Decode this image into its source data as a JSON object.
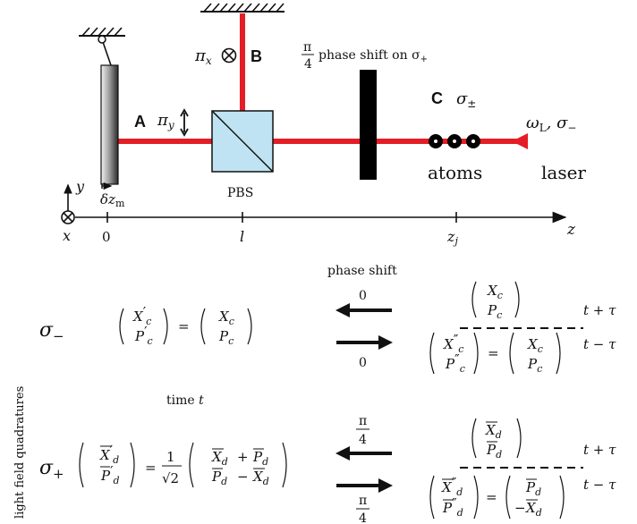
{
  "setup": {
    "label_A": "A",
    "label_B": "B",
    "label_C": "C",
    "pi_x": "π",
    "pi_x_sub": "x",
    "pi_y": "π",
    "pi_y_sub": "y",
    "pbs_label": "PBS",
    "plate_num": "π",
    "plate_den": "4",
    "plate_text": "phase shift on σ",
    "plate_text_sub": "+",
    "sigma_pm": "σ",
    "sigma_pm_sub": "±",
    "atoms_label": "atoms",
    "laser_label": "laser",
    "omega": "ω",
    "omega_sub": "L",
    "sigma_minus_laser": ", σ",
    "sigma_minus_sub": "−",
    "delta_z": "δz",
    "delta_z_sub": "m",
    "axis_y": "y",
    "axis_x": "x",
    "axis_z": "z",
    "tick_0": "0",
    "tick_l": "l",
    "tick_zj": "z",
    "tick_zj_sub": "j"
  },
  "bottom": {
    "phase_shift_title": "phase shift",
    "time_label": "time",
    "time_var": "t",
    "vertical_label": "light field quadratures",
    "sigma_minus": "σ",
    "sigma_minus_sub": "−",
    "sigma_plus": "σ",
    "sigma_plus_sub": "+",
    "zero_top": "0",
    "zero_bottom": "0",
    "pi": "π",
    "four": "4",
    "t_plus_tau": "t + τ",
    "t_minus_tau": "t − τ",
    "one": "1",
    "sqrt2": "√2",
    "equals": "=",
    "Xc": "X",
    "Pc": "P",
    "sub_c": "c",
    "sub_d": "d",
    "prime": "′",
    "dprime": "″",
    "plus": "+",
    "minus": "−"
  },
  "colors": {
    "beam": "#e41e26",
    "pbs_fill": "#bfe3f2",
    "plate": "#000000",
    "dashes": "#000000"
  }
}
